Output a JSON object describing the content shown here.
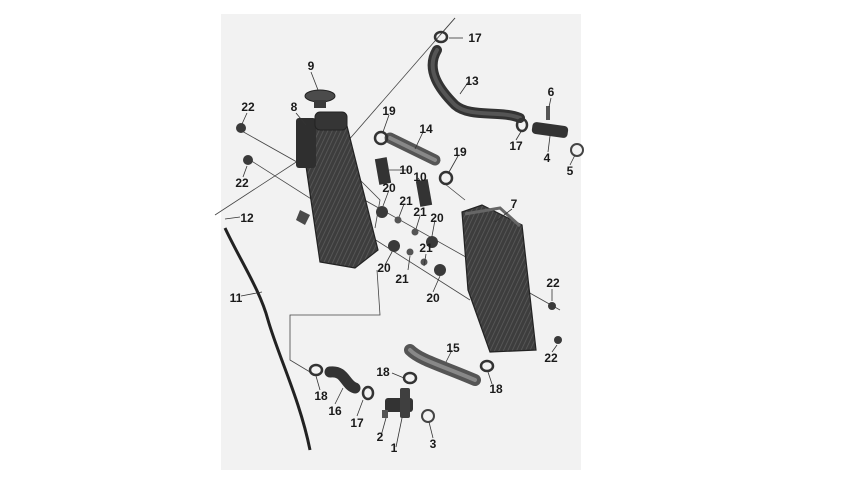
{
  "diagram": {
    "callouts": [
      {
        "id": "c1",
        "label": "1"
      },
      {
        "id": "c2",
        "label": "2"
      },
      {
        "id": "c3",
        "label": "3"
      },
      {
        "id": "c4",
        "label": "4"
      },
      {
        "id": "c5",
        "label": "5"
      },
      {
        "id": "c6",
        "label": "6"
      },
      {
        "id": "c7",
        "label": "7"
      },
      {
        "id": "c8",
        "label": "8"
      },
      {
        "id": "c9",
        "label": "9"
      },
      {
        "id": "c10a",
        "label": "10"
      },
      {
        "id": "c10b",
        "label": "10"
      },
      {
        "id": "c11",
        "label": "11"
      },
      {
        "id": "c12",
        "label": "12"
      },
      {
        "id": "c13",
        "label": "13"
      },
      {
        "id": "c14",
        "label": "14"
      },
      {
        "id": "c15",
        "label": "15"
      },
      {
        "id": "c16",
        "label": "16"
      },
      {
        "id": "c17a",
        "label": "17"
      },
      {
        "id": "c17b",
        "label": "17"
      },
      {
        "id": "c17c",
        "label": "17"
      },
      {
        "id": "c18a",
        "label": "18"
      },
      {
        "id": "c18b",
        "label": "18"
      },
      {
        "id": "c19a",
        "label": "19"
      },
      {
        "id": "c19b",
        "label": "19"
      },
      {
        "id": "c20a",
        "label": "20"
      },
      {
        "id": "c20b",
        "label": "20"
      },
      {
        "id": "c20c",
        "label": "20"
      },
      {
        "id": "c20d",
        "label": "20"
      },
      {
        "id": "c21a",
        "label": "21"
      },
      {
        "id": "c21b",
        "label": "21"
      },
      {
        "id": "c21c",
        "label": "21"
      },
      {
        "id": "c21d",
        "label": "21"
      },
      {
        "id": "c22a",
        "label": "22"
      },
      {
        "id": "c22b",
        "label": "22"
      },
      {
        "id": "c22c",
        "label": "22"
      },
      {
        "id": "c22d",
        "label": "22"
      }
    ]
  }
}
